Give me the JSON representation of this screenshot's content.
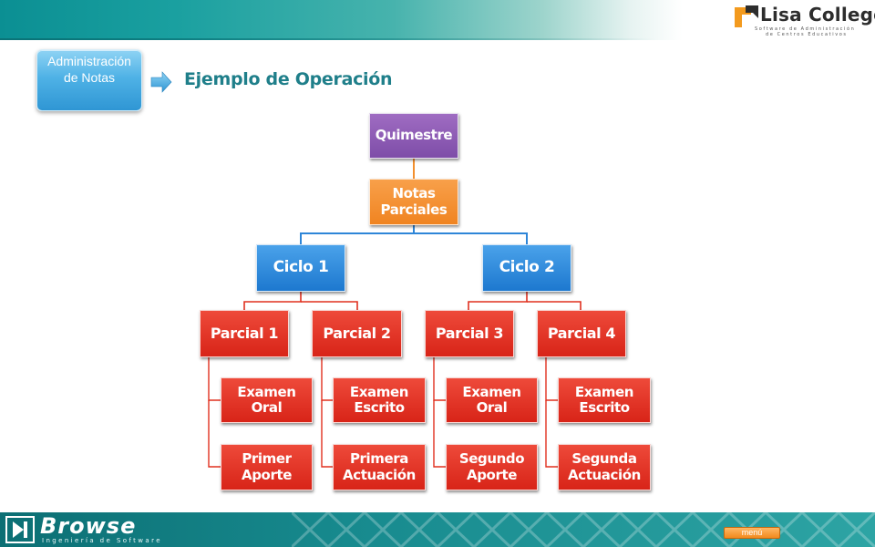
{
  "header": {
    "logo_title": "Lisa College",
    "logo_sub_1": "Software de Administración",
    "logo_sub_2": "de Centros Educativos"
  },
  "section": {
    "label": "Administración de Notas"
  },
  "page_title": "Ejemplo de Operación",
  "org_chart": {
    "root": "Quimestre",
    "partials": "Notas Parciales",
    "cycles": [
      "Ciclo 1",
      "Ciclo 2"
    ],
    "parciales": [
      "Parcial 1",
      "Parcial 2",
      "Parcial 3",
      "Parcial 4"
    ],
    "items": [
      [
        "Examen Oral",
        "Primer Aporte"
      ],
      [
        "Examen Escrito",
        "Primera Actuación"
      ],
      [
        "Examen Oral",
        "Segundo Aporte"
      ],
      [
        "Examen Escrito",
        "Segunda Actuación"
      ]
    ]
  },
  "footer": {
    "brand": "Browse",
    "tagline": "Ingeniería de Software",
    "menu_label": "menú"
  },
  "colors": {
    "root": "#8b59b4",
    "partials": "#f3902e",
    "cycle": "#2e86d8",
    "parcial": "#e0301f",
    "title": "#1f7f8a"
  }
}
